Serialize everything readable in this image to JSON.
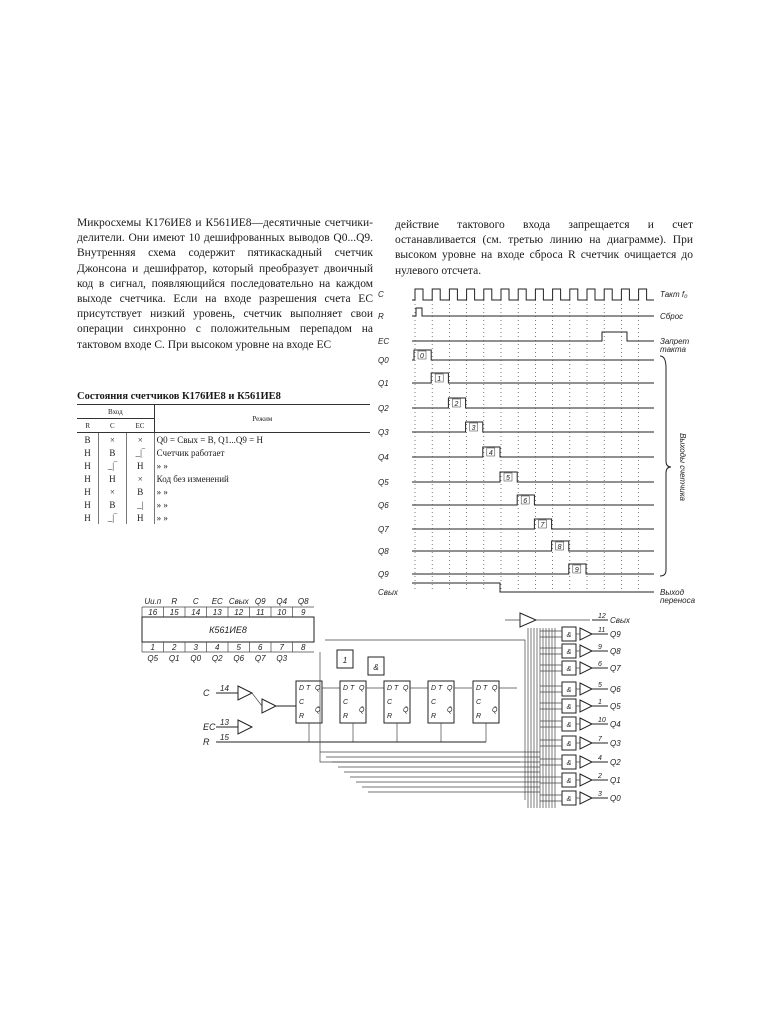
{
  "text": {
    "left": [
      "Микросхемы К176ИЕ8 и К561ИЕ8—десятичные счетчики-делители. Они имеют 10 дешифрованных выводов Q0...Q9. Внутренняя схема содержит пятикаскадный счетчик Джонсона и дешифратор, который преобразует двоичный код в сигнал, появляющийся последовательно на каждом выходе счетчика. Если на входе разрешения счета EC присутствует низкий уровень, счетчик выполняет свои операции синхронно с положительным перепадом на тактовом входе C. При высоком уровне на входе EC"
    ],
    "right": [
      "действие тактового входа запрещается и счет останавливается (см. третью линию на диаграмме). При высоком уровне на входе сброса R счетчик очищается до нулевого отсчета."
    ]
  },
  "table": {
    "title": "Состояния счетчиков К176ИЕ8 и К561ИЕ8",
    "group_header": "Вход",
    "columns": [
      "R",
      "C",
      "EC"
    ],
    "mode_header": "Режим",
    "rows": [
      {
        "r": "В",
        "c": "×",
        "ec": "×",
        "mode": "Q0 = Cвых = В, Q1...Q9 = Н"
      },
      {
        "r": "Н",
        "c": "В",
        "ec": "_|‾",
        "mode": "Счетчик работает"
      },
      {
        "r": "Н",
        "c": "_|‾",
        "ec": "Н",
        "mode": "»     »"
      },
      {
        "r": "Н",
        "c": "Н",
        "ec": "×",
        "mode": "Код без изменений"
      },
      {
        "r": "Н",
        "c": "×",
        "ec": "В",
        "mode": "»     »"
      },
      {
        "r": "Н",
        "c": "В",
        "ec": "_|",
        "mode": "»     »"
      },
      {
        "r": "Н",
        "c": "_|‾",
        "ec": "Н",
        "mode": "»     »"
      }
    ]
  },
  "timing": {
    "left_labels": [
      "C",
      "R",
      "EC",
      "Q0",
      "Q1",
      "Q2",
      "Q3",
      "Q4",
      "Q5",
      "Q6",
      "Q7",
      "Q8",
      "Q9",
      "Cвых"
    ],
    "right_labels": [
      {
        "line": 0,
        "text": "Такт f₀"
      },
      {
        "line": 1,
        "text": "Сброс"
      },
      {
        "line": 2,
        "text": "Запрет"
      },
      {
        "line": 2,
        "text": "такта"
      },
      {
        "line": 13,
        "text": "Выход"
      },
      {
        "line": 13,
        "text": "переноса"
      }
    ],
    "brace_label": "Выходы счетчика",
    "pulse_numbers": [
      "0",
      "1",
      "2",
      "3",
      "4",
      "5",
      "6",
      "7",
      "8",
      "9"
    ]
  },
  "pinout": {
    "chip_name": "К561ИЕ8",
    "top_labels": [
      "Uи.п",
      "R",
      "C",
      "EC",
      "Cвых",
      "Q9",
      "Q4",
      "Q8"
    ],
    "top_pins": [
      "16",
      "15",
      "14",
      "13",
      "12",
      "11",
      "10",
      "9"
    ],
    "bottom_pins": [
      "1",
      "2",
      "3",
      "4",
      "5",
      "6",
      "7",
      "8"
    ],
    "bottom_labels": [
      "Q5",
      "Q1",
      "Q0",
      "Q2",
      "Q6",
      "Q7",
      "Q3",
      ""
    ]
  },
  "logic": {
    "inputs": [
      {
        "name": "C",
        "pin": "14"
      },
      {
        "name": "EC",
        "pin": "13"
      },
      {
        "name": "R",
        "pin": "15"
      }
    ],
    "flipflop_labels": {
      "d": "D",
      "t": "T",
      "c": "C",
      "r": "R",
      "q": "Q",
      "nq": "Q̄"
    },
    "gate_labels": {
      "or": "1",
      "and": "&"
    },
    "outputs": [
      {
        "name": "Cвых",
        "pin": "12"
      },
      {
        "name": "Q9",
        "pin": "11"
      },
      {
        "name": "Q8",
        "pin": "9"
      },
      {
        "name": "Q7",
        "pin": "6"
      },
      {
        "name": "Q6",
        "pin": "5"
      },
      {
        "name": "Q5",
        "pin": "1"
      },
      {
        "name": "Q4",
        "pin": "10"
      },
      {
        "name": "Q3",
        "pin": "7"
      },
      {
        "name": "Q2",
        "pin": "4"
      },
      {
        "name": "Q1",
        "pin": "2"
      },
      {
        "name": "Q0",
        "pin": "3"
      }
    ]
  }
}
